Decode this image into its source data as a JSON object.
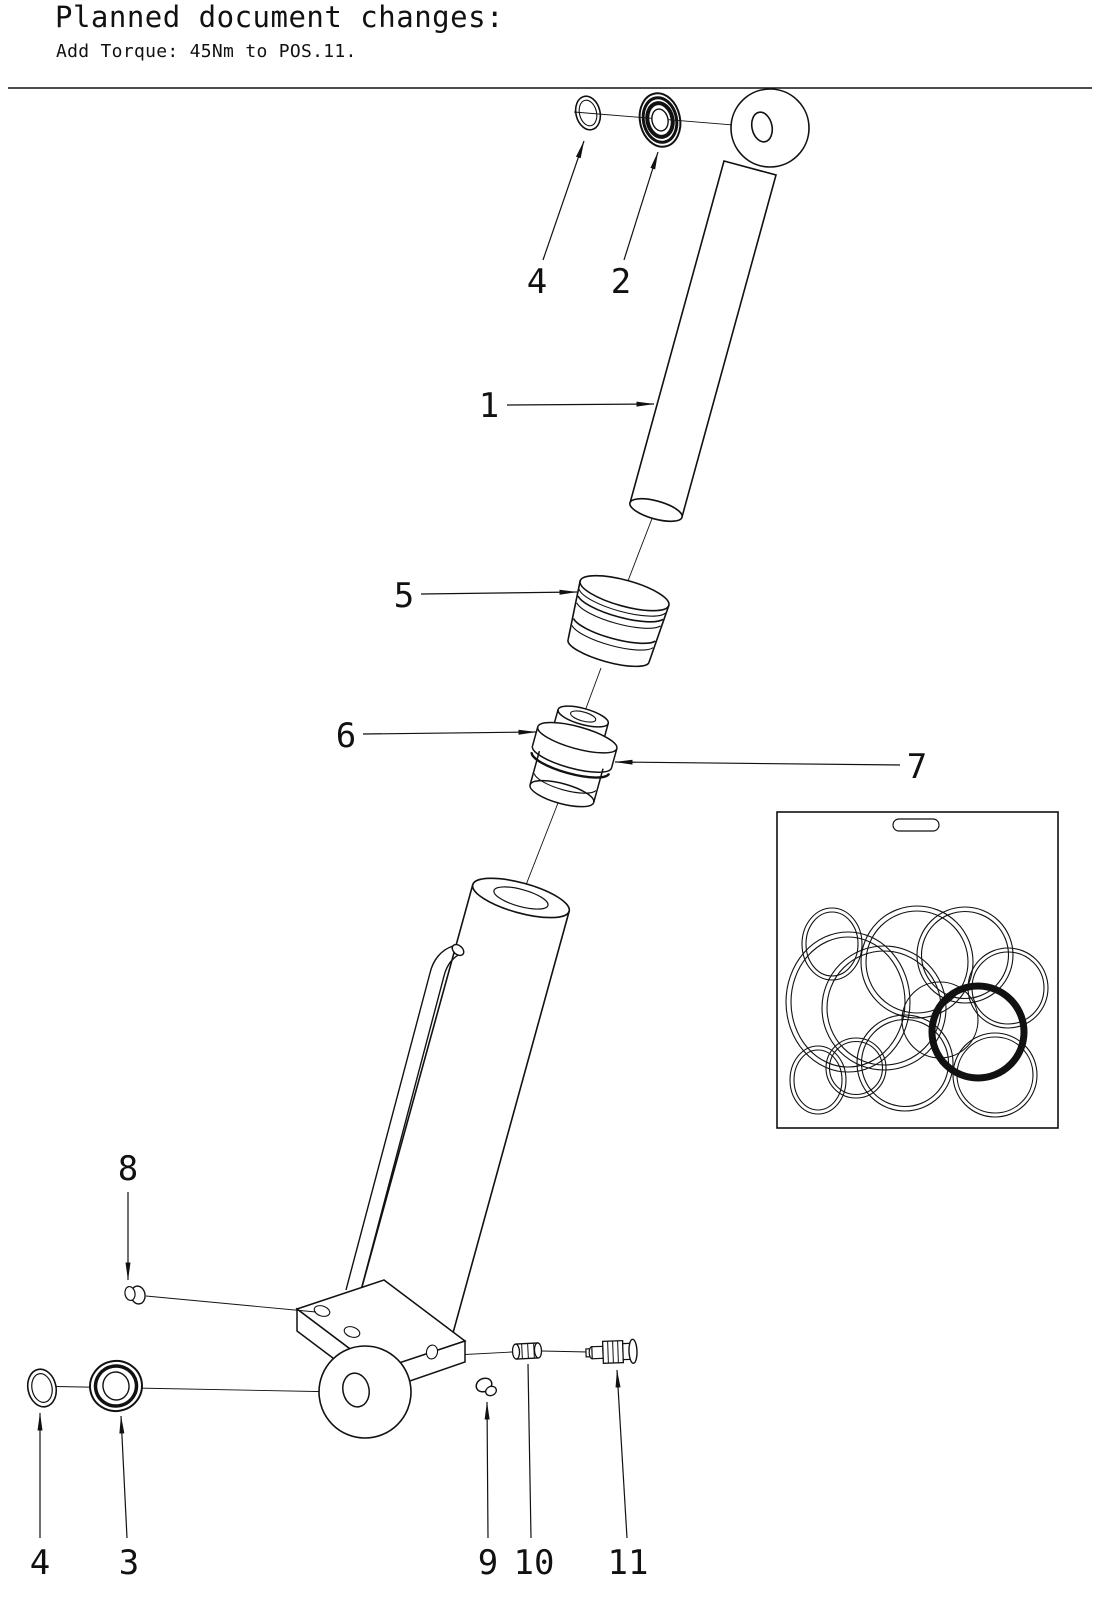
{
  "header": {
    "title": "Planned document changes:",
    "subtitle": "Add Torque: 45Nm to POS.11."
  },
  "callouts": [
    {
      "label": "4",
      "part": "retaining-ring-top"
    },
    {
      "label": "2",
      "part": "rod-seal-bushing"
    },
    {
      "label": "1",
      "part": "piston-rod"
    },
    {
      "label": "5",
      "part": "piston"
    },
    {
      "label": "6",
      "part": "cylinder-head-gland"
    },
    {
      "label": "7",
      "part": "gland-o-ring"
    },
    {
      "label": "8",
      "part": "plug"
    },
    {
      "label": "4",
      "part": "washer-bottom"
    },
    {
      "label": "3",
      "part": "bushing"
    },
    {
      "label": "9",
      "part": "grease-fitting"
    },
    {
      "label": "10",
      "part": "adapter-fitting"
    },
    {
      "label": "11",
      "part": "valve-cartridge"
    }
  ],
  "colors": {
    "ink": "#111111",
    "background": "#ffffff"
  }
}
